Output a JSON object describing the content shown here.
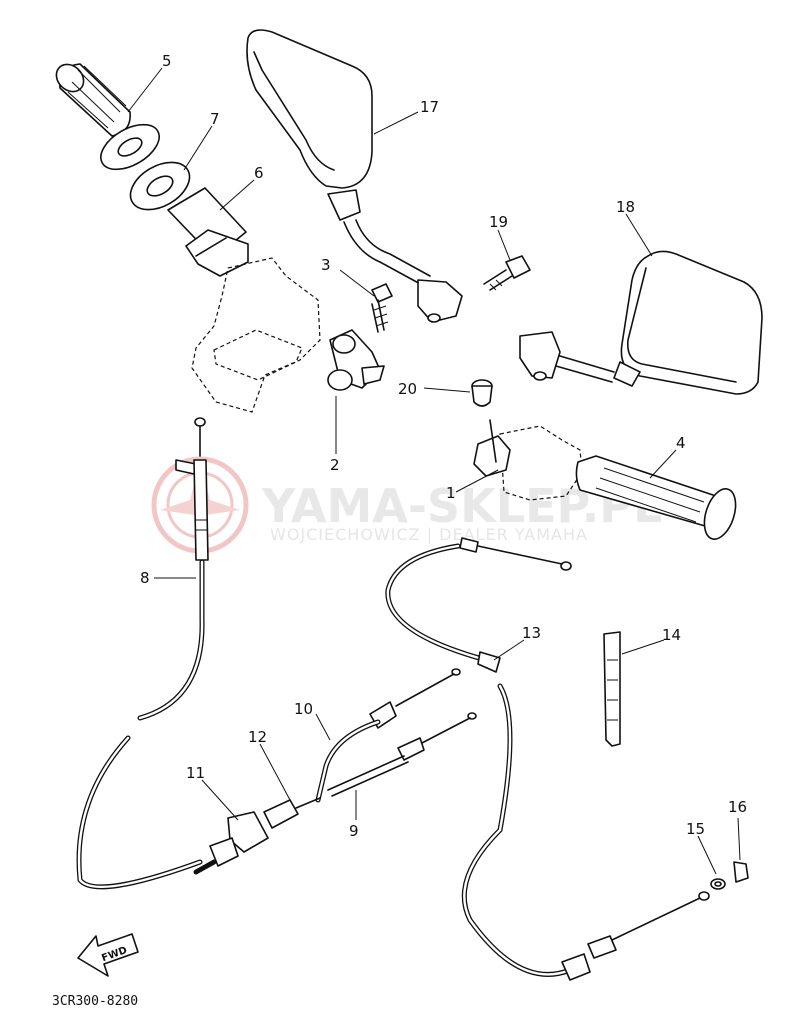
{
  "watermark": {
    "title": "YAMA-SKLEP.PL",
    "subtitle": "WOJCIECHOWICZ | DEALER YAMAHA"
  },
  "drawing_code": "3CR300-8280",
  "direction_badge": "FWD",
  "callouts": [
    "1",
    "2",
    "3",
    "4",
    "5",
    "6",
    "7",
    "8",
    "9",
    "10",
    "11",
    "12",
    "13",
    "14",
    "15",
    "16",
    "17",
    "18",
    "19",
    "20"
  ]
}
